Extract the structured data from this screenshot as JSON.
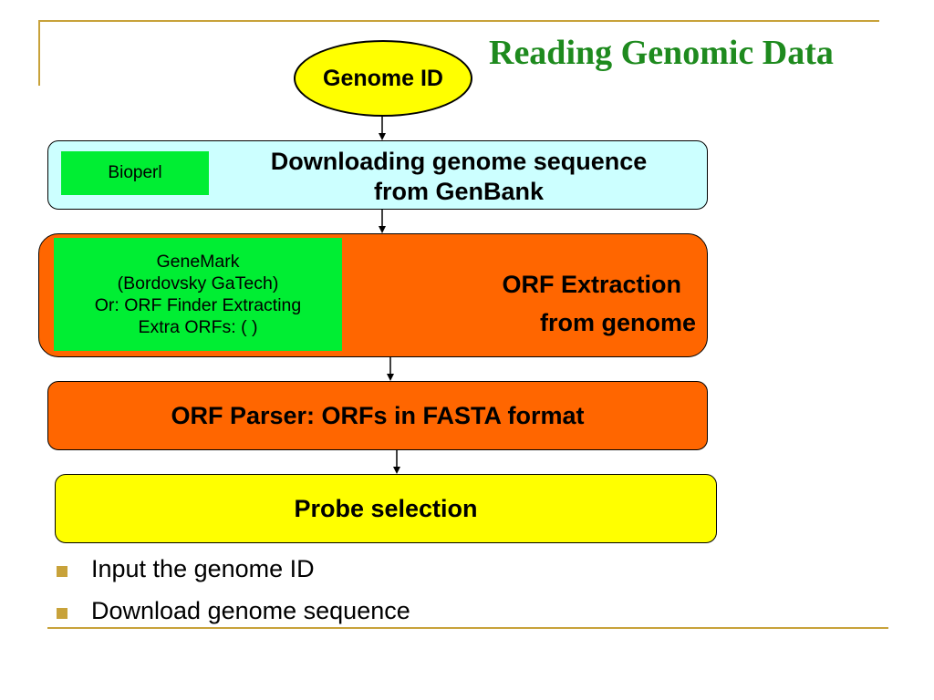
{
  "colors": {
    "accent_gold": "#c8a23a",
    "title_green": "#1e8a1e",
    "light_cyan": "#ccffff",
    "orange": "#ff6600",
    "tool_green": "#00ee33",
    "yellow": "#ffff00",
    "bullet_gold": "#c8a23a"
  },
  "slide": {
    "title": "Reading Genomic Data"
  },
  "flowchart": {
    "start_node": {
      "label": "Genome ID"
    },
    "download_step": {
      "text": "Downloading genome sequence\nfrom GenBank",
      "tool": "Bioperl"
    },
    "orf_extraction_step": {
      "line1": "ORF Extraction",
      "line2": "from genome",
      "tool_lines": [
        "GeneMark",
        "(Bordovsky GaTech)",
        "Or: ORF Finder Extracting",
        "Extra ORFs: ( )"
      ]
    },
    "orf_parser_step": {
      "text": "ORF Parser: ORFs in FASTA format"
    },
    "probe_step": {
      "text": "Probe selection"
    }
  },
  "bullets": [
    "Input the genome ID",
    "Download genome sequence"
  ]
}
